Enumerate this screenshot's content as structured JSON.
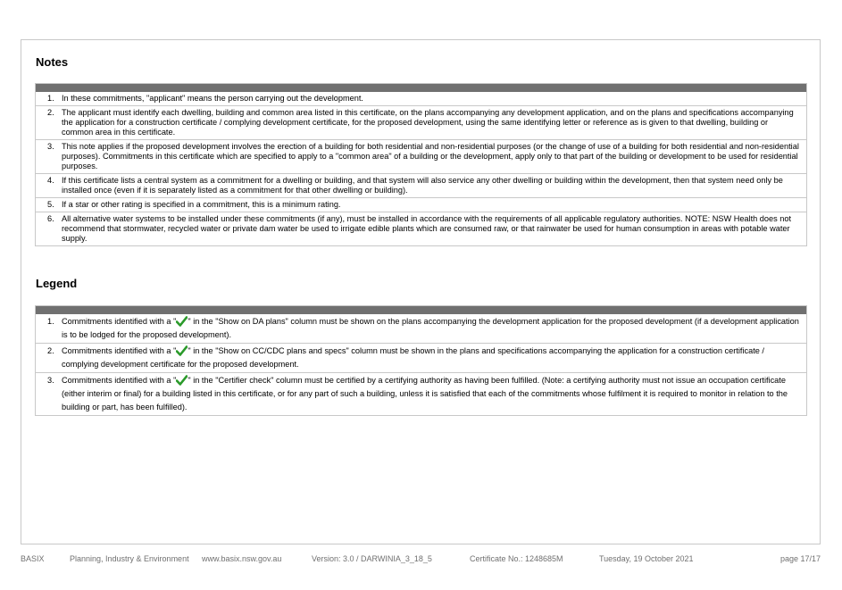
{
  "notes": {
    "title": "Notes",
    "items": [
      {
        "num": "1.",
        "text": "In these commitments, \"applicant\" means the person carrying out the development."
      },
      {
        "num": "2.",
        "text": "The applicant must identify each dwelling, building and common area listed in this certificate, on the plans accompanying any development application, and on the plans and specifications accompanying the application for a construction certificate / complying development certificate, for the proposed development, using the same identifying letter or reference as is given to that dwelling, building or common area in this certificate."
      },
      {
        "num": "3.",
        "text": "This note applies if the proposed development involves the erection of a building for both residential and non-residential purposes (or the change of use of a building for both residential and non-residential purposes). Commitments in this certificate which are specified to apply to a \"common area\" of a building or the development, apply only to that part of the building or development to be used for residential purposes."
      },
      {
        "num": "4.",
        "text": "If this certificate lists a central system as a commitment for a dwelling or building, and that system will also service any other dwelling or building within the development, then that system need only be installed once (even if it is separately listed as a commitment for that other dwelling or building)."
      },
      {
        "num": "5.",
        "text": "If a star or other rating is specified in a commitment, this is a minimum rating."
      },
      {
        "num": "6.",
        "text": "All alternative water systems to be installed under these commitments (if any), must be installed in accordance with the requirements of all applicable regulatory authorities. NOTE: NSW Health does not recommend that stormwater, recycled water or private dam water be used to irrigate edible plants which are consumed raw, or that rainwater be used for human consumption in areas with potable water supply."
      }
    ]
  },
  "legend": {
    "title": "Legend",
    "check_icon": "green-check-icon",
    "check_color": "#2a9a2a",
    "items": [
      {
        "num": "1.",
        "before": "Commitments identified with a \"",
        "after": "\" in the \"Show on DA plans\" column must be shown on the plans accompanying the development application for the proposed development (if a development application is to be lodged for the proposed development)."
      },
      {
        "num": "2.",
        "before": "Commitments identified with a \"",
        "after": "\" in the \"Show on CC/CDC plans and specs\" column must be shown in the plans and specifications accompanying the application for a construction certificate / complying development certificate for the proposed development."
      },
      {
        "num": "3.",
        "before": "Commitments identified with a \"",
        "after": "\" in the \"Certifier check\" column must be certified by a certifying authority as having been fulfilled. (Note: a certifying authority must not issue an occupation certificate (either interim or final) for a building listed in this certificate, or for any part of such a building, unless it is satisfied that each of the commitments whose fulfilment it is required to monitor in relation to the building or part, has been fulfilled)."
      }
    ]
  },
  "footer": {
    "basix": "BASIX",
    "department": "Planning, Industry & Environment",
    "website": "www.basix.nsw.gov.au",
    "version": "Version: 3.0 / DARWINIA_3_18_5",
    "certificate": "Certificate No.: 1248685M",
    "date": "Tuesday, 19 October 2021",
    "page": "page 17/17"
  }
}
